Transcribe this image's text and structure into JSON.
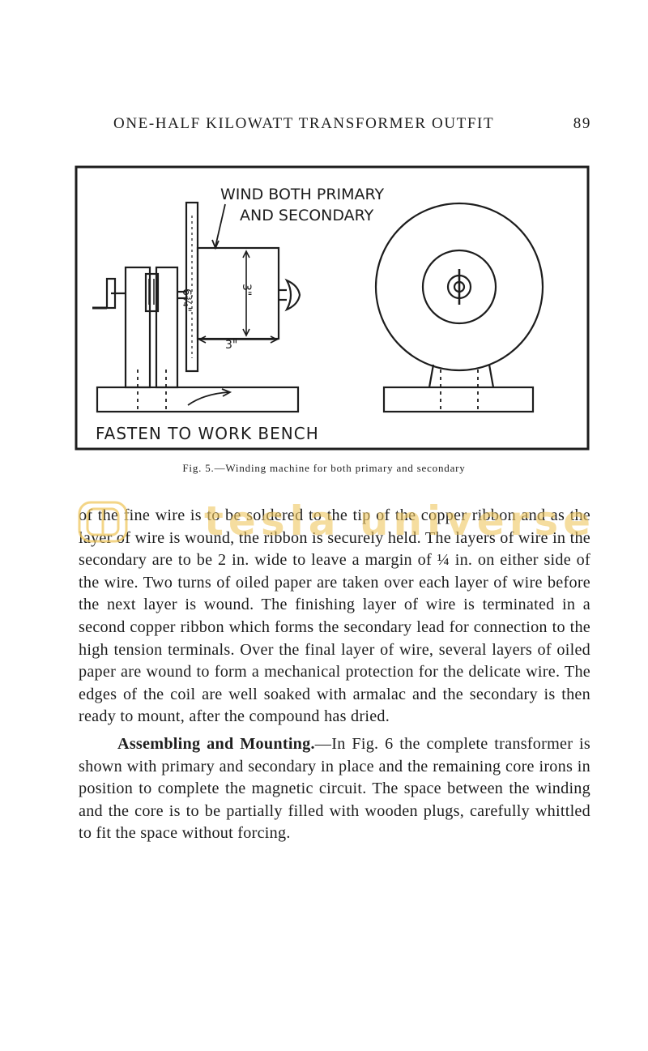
{
  "header": {
    "running_title": "ONE-HALF KILOWATT TRANSFORMER OUTFIT",
    "page_number": "89"
  },
  "figure": {
    "label_top_line1": "WIND BOTH PRIMARY",
    "label_top_line2": "AND SECONDARY",
    "dim_flange": "6¾\"",
    "dim_height": "3\"",
    "dim_width": "3\"",
    "label_bottom": "FASTEN  TO WORK BENCH",
    "caption": "Fig. 5.—Winding machine for both primary and secondary"
  },
  "watermark": {
    "text": "tesla universe"
  },
  "body": {
    "paragraph1": "of the fine wire is to be soldered to the tip of the copper ribbon and as the layer of wire is wound, the ribbon is securely held.  The layers of wire in the secondary are to be 2 in. wide to leave a margin of ¼ in. on either side of the wire.  Two turns of oiled paper are taken over each layer of wire before the next layer is wound.  The finishing layer of wire is terminated in a second copper ribbon which forms the secondary lead for connection to the high tension terminals.  Over the final layer of wire, several layers of oiled paper are wound to form a mechanical protection for the delicate wire.  The edges of the coil are well soaked with armalac and the secondary is then ready to mount, after the compound has dried.",
    "paragraph2_runin": "Assembling and Mounting.",
    "paragraph2_text": "—In Fig. 6 the complete transformer is shown with primary and secondary in place and the remaining core irons in position to complete the magnetic circuit.  The space between the winding and the core is to be partially filled with wooden plugs, carefully whittled to fit the space without forcing."
  }
}
